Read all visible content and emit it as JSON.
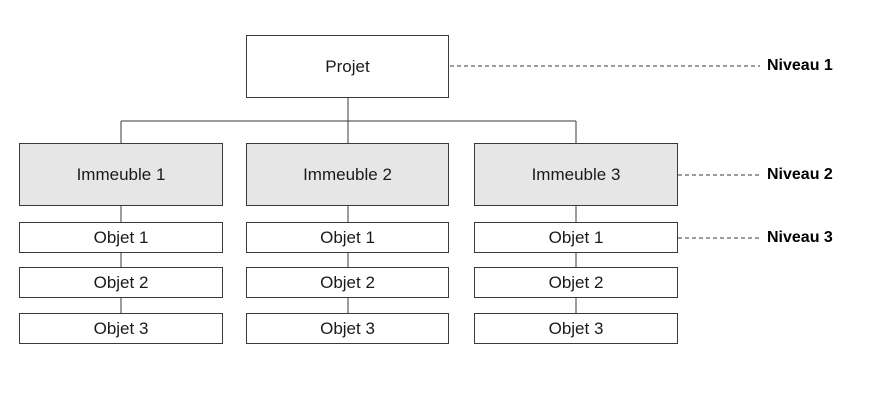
{
  "root": {
    "label": "Projet"
  },
  "buildings": [
    {
      "label": "Immeuble 1",
      "objects": [
        "Objet 1",
        "Objet 2",
        "Objet 3"
      ]
    },
    {
      "label": "Immeuble 2",
      "objects": [
        "Objet 1",
        "Objet 2",
        "Objet 3"
      ]
    },
    {
      "label": "Immeuble 3",
      "objects": [
        "Objet 1",
        "Objet 2",
        "Objet 3"
      ]
    }
  ],
  "levels": [
    {
      "label": "Niveau 1"
    },
    {
      "label": "Niveau 2"
    },
    {
      "label": "Niveau 3"
    }
  ],
  "colors": {
    "line": "#3a3a3a",
    "building_fill": "#e6e6e6",
    "box_fill": "#ffffff"
  }
}
